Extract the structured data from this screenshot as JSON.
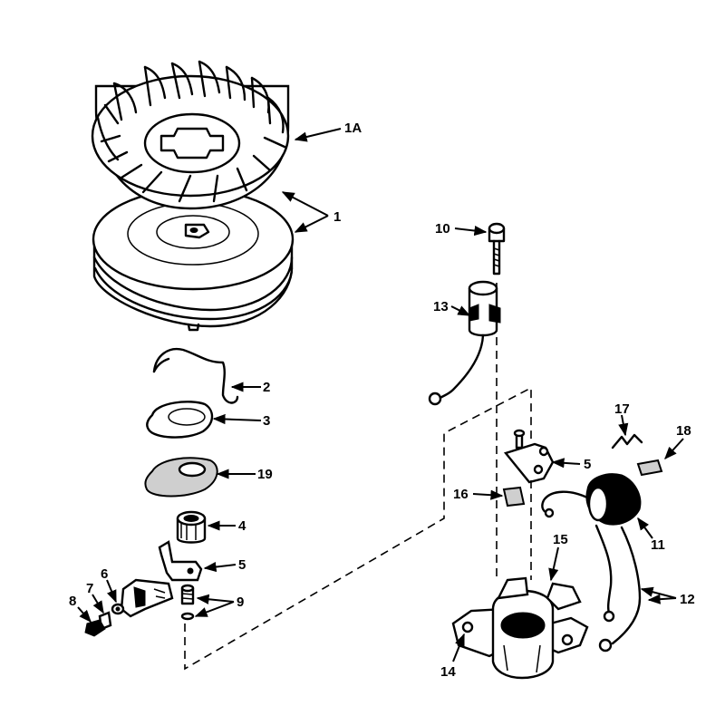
{
  "labels": {
    "l1A": "1A",
    "l1": "1",
    "l2": "2",
    "l3": "3",
    "l19": "19",
    "l4": "4",
    "l5a": "5",
    "l9": "9",
    "l6": "6",
    "l7": "7",
    "l8": "8",
    "l10": "10",
    "l13": "13",
    "l5b": "5",
    "l16": "16",
    "l17": "17",
    "l18": "18",
    "l11": "11",
    "l15": "15",
    "l12": "12",
    "l14": "14"
  },
  "colors": {
    "ink": "#000000",
    "paper": "#ffffff"
  }
}
